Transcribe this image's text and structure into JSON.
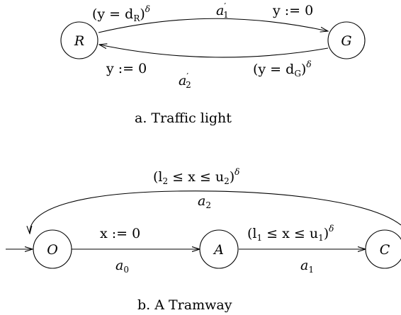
{
  "traffic_light": {
    "caption": "a. Traffic light",
    "states": {
      "r": "R",
      "g": "G"
    },
    "top_edge": {
      "guard_base": "(y = d",
      "guard_sub": "R",
      "guard_close": ")",
      "guard_sup": "δ",
      "action": "a",
      "action_prime": "′",
      "action_sub": "1",
      "reset": "y := 0"
    },
    "bottom_edge": {
      "reset": "y := 0",
      "action": "a",
      "action_prime": "′",
      "action_sub": "2",
      "guard_base": "(y = d",
      "guard_sub": "G",
      "guard_close": ")",
      "guard_sup": "δ"
    }
  },
  "tramway": {
    "caption": "b. A Tramway",
    "states": {
      "o": "O",
      "a": "A",
      "c": "C"
    },
    "edge_o_a": {
      "reset": "x := 0",
      "action": "a",
      "action_sub": "0"
    },
    "edge_a_c": {
      "guard_open": "(l",
      "guard_l_sub": "1",
      "guard_mid": " ≤ x ≤ u",
      "guard_u_sub": "1",
      "guard_close": ")",
      "guard_sup": "δ",
      "action": "a",
      "action_sub": "1"
    },
    "edge_c_o": {
      "guard_open": "(l",
      "guard_l_sub": "2",
      "guard_mid": " ≤ x ≤ u",
      "guard_u_sub": "2",
      "guard_close": ")",
      "guard_sup": "δ",
      "action": "a",
      "action_sub": "2"
    }
  }
}
